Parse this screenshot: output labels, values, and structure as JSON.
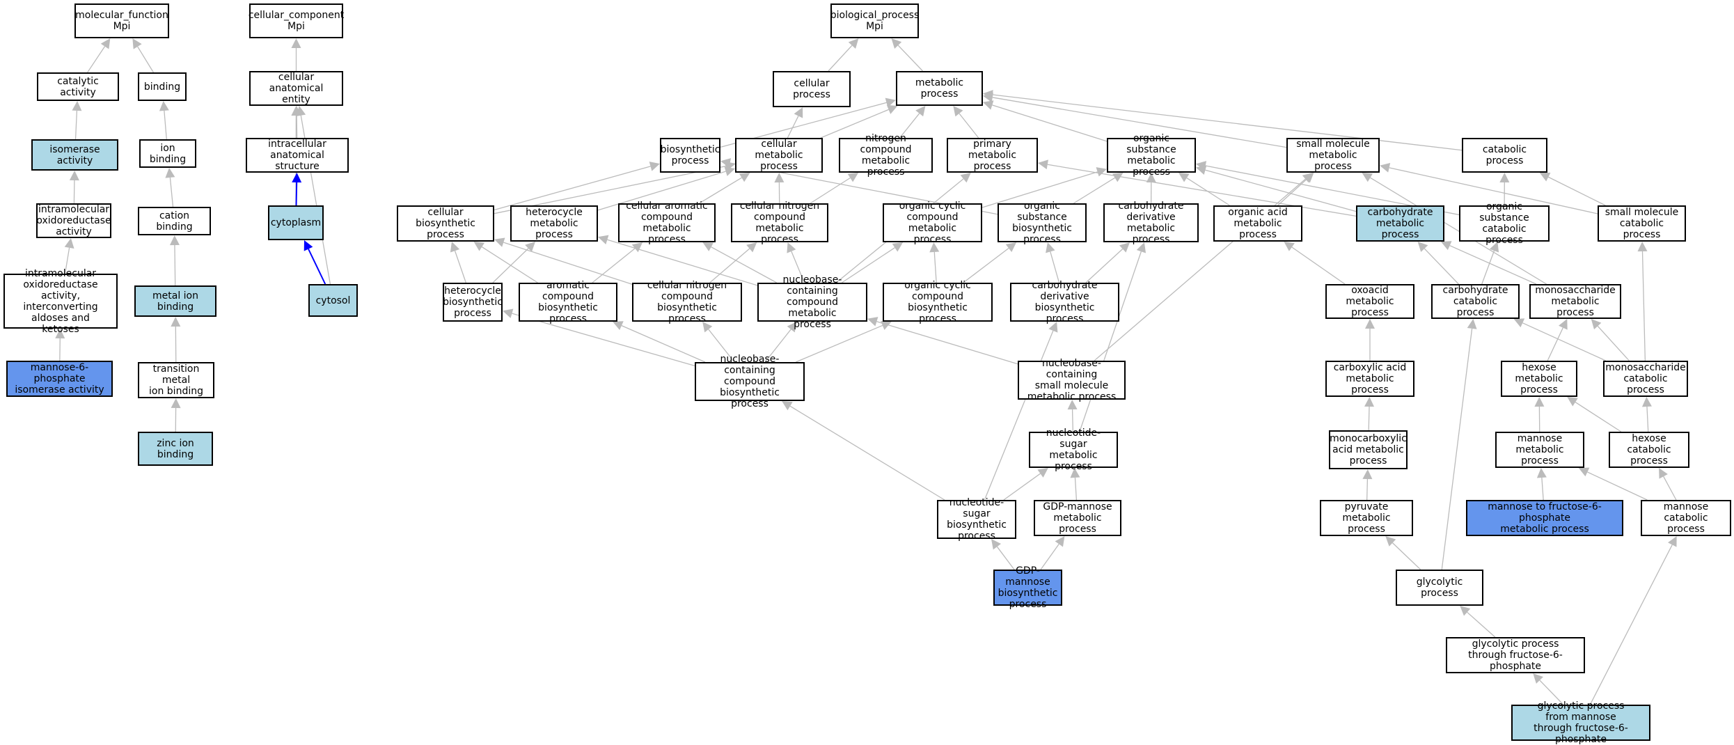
{
  "colors": {
    "edge": "#bbbbbb",
    "highlight_edge": "#0000ff",
    "light_fill": "#add8e6",
    "dark_fill": "#6495ed"
  },
  "nodes": [
    {
      "id": "mf",
      "label": "molecular_function\nMpi",
      "fill": "none"
    },
    {
      "id": "catalytic",
      "label": "catalytic activity",
      "fill": "none"
    },
    {
      "id": "binding",
      "label": "binding",
      "fill": "none"
    },
    {
      "id": "isomerase",
      "label": "isomerase activity",
      "fill": "light"
    },
    {
      "id": "ionbind",
      "label": "ion binding",
      "fill": "none"
    },
    {
      "id": "intramol",
      "label": "intramolecular\noxidoreductase\nactivity",
      "fill": "none"
    },
    {
      "id": "cationbind",
      "label": "cation binding",
      "fill": "none"
    },
    {
      "id": "intramol2",
      "label": "intramolecular\noxidoreductase\nactivity, interconverting\naldoses and\nketoses",
      "fill": "none"
    },
    {
      "id": "metalion",
      "label": "metal ion binding",
      "fill": "light"
    },
    {
      "id": "m6pi",
      "label": "mannose-6-phosphate\nisomerase activity",
      "fill": "dark"
    },
    {
      "id": "transmetal",
      "label": "transition metal\nion binding",
      "fill": "none"
    },
    {
      "id": "zinc",
      "label": "zinc ion binding",
      "fill": "light"
    },
    {
      "id": "cc",
      "label": "cellular_component\nMpi",
      "fill": "none"
    },
    {
      "id": "cae",
      "label": "cellular anatomical\nentity",
      "fill": "none"
    },
    {
      "id": "ias",
      "label": "intracellular\nanatomical structure",
      "fill": "none"
    },
    {
      "id": "cytoplasm",
      "label": "cytoplasm",
      "fill": "light"
    },
    {
      "id": "cytosol",
      "label": "cytosol",
      "fill": "light"
    },
    {
      "id": "bp",
      "label": "biological_process\nMpi",
      "fill": "none"
    },
    {
      "id": "cellproc",
      "label": "cellular process",
      "fill": "none"
    },
    {
      "id": "metab",
      "label": "metabolic process",
      "fill": "none"
    },
    {
      "id": "biosyn",
      "label": "biosynthetic\nprocess",
      "fill": "none"
    },
    {
      "id": "cellmetab",
      "label": "cellular metabolic\nprocess",
      "fill": "none"
    },
    {
      "id": "nitrogen",
      "label": "nitrogen compound\nmetabolic process",
      "fill": "none"
    },
    {
      "id": "primary",
      "label": "primary metabolic\nprocess",
      "fill": "none"
    },
    {
      "id": "orgsub",
      "label": "organic substance\nmetabolic process",
      "fill": "none"
    },
    {
      "id": "smallmol",
      "label": "small molecule\nmetabolic process",
      "fill": "none"
    },
    {
      "id": "catab",
      "label": "catabolic process",
      "fill": "none"
    },
    {
      "id": "cellbiosyn",
      "label": "cellular biosynthetic\nprocess",
      "fill": "none"
    },
    {
      "id": "heterometab",
      "label": "heterocycle\nmetabolic process",
      "fill": "none"
    },
    {
      "id": "cellarom",
      "label": "cellular aromatic\ncompound metabolic\nprocess",
      "fill": "none"
    },
    {
      "id": "cellnitro",
      "label": "cellular nitrogen\ncompound metabolic\nprocess",
      "fill": "none"
    },
    {
      "id": "orgcyclic",
      "label": "organic cyclic\ncompound metabolic\nprocess",
      "fill": "none"
    },
    {
      "id": "orgsubbiosyn",
      "label": "organic substance\nbiosynthetic\nprocess",
      "fill": "none"
    },
    {
      "id": "carbderiv",
      "label": "carbohydrate\nderivative metabolic\nprocess",
      "fill": "none"
    },
    {
      "id": "orgacid",
      "label": "organic acid\nmetabolic process",
      "fill": "none"
    },
    {
      "id": "carbmetab",
      "label": "carbohydrate\nmetabolic process",
      "fill": "light"
    },
    {
      "id": "orgsubcat",
      "label": "organic substance\ncatabolic process",
      "fill": "none"
    },
    {
      "id": "smallmolcat",
      "label": "small molecule\ncatabolic process",
      "fill": "none"
    },
    {
      "id": "heterobiosyn",
      "label": "heterocycle\nbiosynthetic\nprocess",
      "fill": "none"
    },
    {
      "id": "aromaticbiosyn",
      "label": "aromatic compound\nbiosynthetic\nprocess",
      "fill": "none"
    },
    {
      "id": "cellnitrobiosyn",
      "label": "cellular nitrogen\ncompound biosynthetic\nprocess",
      "fill": "none"
    },
    {
      "id": "nucleobasemetab",
      "label": "nucleobase-containing\ncompound metabolic\nprocess",
      "fill": "none"
    },
    {
      "id": "orgcyclicbiosyn",
      "label": "organic cyclic\ncompound biosynthetic\nprocess",
      "fill": "none"
    },
    {
      "id": "carbderivbiosyn",
      "label": "carbohydrate\nderivative biosynthetic\nprocess",
      "fill": "none"
    },
    {
      "id": "oxoacid",
      "label": "oxoacid metabolic\nprocess",
      "fill": "none"
    },
    {
      "id": "carbcat",
      "label": "carbohydrate\ncatabolic process",
      "fill": "none"
    },
    {
      "id": "monosacch",
      "label": "monosaccharide\nmetabolic process",
      "fill": "none"
    },
    {
      "id": "nucleobasebiosyn",
      "label": "nucleobase-containing\ncompound biosynthetic\nprocess",
      "fill": "none"
    },
    {
      "id": "nucleobasesmall",
      "label": "nucleobase-containing\nsmall molecule\nmetabolic process",
      "fill": "none"
    },
    {
      "id": "carboxylic",
      "label": "carboxylic acid\nmetabolic process",
      "fill": "none"
    },
    {
      "id": "hexose",
      "label": "hexose metabolic\nprocess",
      "fill": "none"
    },
    {
      "id": "monosacchcat",
      "label": "monosaccharide\ncatabolic process",
      "fill": "none"
    },
    {
      "id": "nucsugar",
      "label": "nucleotide-sugar\nmetabolic process",
      "fill": "none"
    },
    {
      "id": "monocarbox",
      "label": "monocarboxylic\nacid metabolic\nprocess",
      "fill": "none"
    },
    {
      "id": "mannosemetab",
      "label": "mannose metabolic\nprocess",
      "fill": "none"
    },
    {
      "id": "hexosecat",
      "label": "hexose catabolic\nprocess",
      "fill": "none"
    },
    {
      "id": "nucsugarbiosyn",
      "label": "nucleotide-sugar\nbiosynthetic\nprocess",
      "fill": "none"
    },
    {
      "id": "gdpmetab",
      "label": "GDP-mannose\nmetabolic process",
      "fill": "none"
    },
    {
      "id": "pyruvate",
      "label": "pyruvate metabolic\nprocess",
      "fill": "none"
    },
    {
      "id": "mannosef6p",
      "label": "mannose to fructose-6-phosphate\nmetabolic process",
      "fill": "dark"
    },
    {
      "id": "mannosecat",
      "label": "mannose catabolic\nprocess",
      "fill": "none"
    },
    {
      "id": "gdpbiosyn",
      "label": "GDP-mannose\nbiosynthetic\nprocess",
      "fill": "dark"
    },
    {
      "id": "glycolytic",
      "label": "glycolytic process",
      "fill": "none"
    },
    {
      "id": "glycf6p",
      "label": "glycolytic process\nthrough fructose-6-phosphate",
      "fill": "none"
    },
    {
      "id": "glycmannose",
      "label": "glycolytic process\nfrom mannose\nthrough fructose-6-phosphate",
      "fill": "light"
    }
  ],
  "edges": [
    [
      "catalytic",
      "mf"
    ],
    [
      "binding",
      "mf"
    ],
    [
      "isomerase",
      "catalytic"
    ],
    [
      "ionbind",
      "binding"
    ],
    [
      "intramol",
      "isomerase"
    ],
    [
      "cationbind",
      "ionbind"
    ],
    [
      "intramol2",
      "intramol"
    ],
    [
      "metalion",
      "cationbind"
    ],
    [
      "m6pi",
      "intramol2"
    ],
    [
      "transmetal",
      "metalion"
    ],
    [
      "zinc",
      "transmetal"
    ],
    [
      "cae",
      "cc"
    ],
    [
      "ias",
      "cae"
    ],
    [
      "cytoplasm",
      "cae"
    ],
    [
      "cytoplasm",
      "ias",
      true
    ],
    [
      "cytosol",
      "cytoplasm",
      true
    ],
    [
      "cytosol",
      "cae"
    ],
    [
      "cellproc",
      "bp"
    ],
    [
      "metab",
      "bp"
    ],
    [
      "biosyn",
      "metab"
    ],
    [
      "cellmetab",
      "cellproc"
    ],
    [
      "cellmetab",
      "metab"
    ],
    [
      "nitrogen",
      "metab"
    ],
    [
      "primary",
      "metab"
    ],
    [
      "orgsub",
      "metab"
    ],
    [
      "smallmol",
      "metab"
    ],
    [
      "catab",
      "metab"
    ],
    [
      "cellbiosyn",
      "biosyn"
    ],
    [
      "cellbiosyn",
      "cellmetab"
    ],
    [
      "heterometab",
      "cellmetab"
    ],
    [
      "cellarom",
      "cellmetab"
    ],
    [
      "cellnitro",
      "cellmetab"
    ],
    [
      "cellnitro",
      "nitrogen"
    ],
    [
      "orgcyclic",
      "orgsub"
    ],
    [
      "orgsubbiosyn",
      "orgsub"
    ],
    [
      "orgsubbiosyn",
      "biosyn"
    ],
    [
      "carbderiv",
      "orgsub"
    ],
    [
      "orgacid",
      "orgsub"
    ],
    [
      "orgacid",
      "smallmol"
    ],
    [
      "carbmetab",
      "orgsub"
    ],
    [
      "carbmetab",
      "primary"
    ],
    [
      "orgsubcat",
      "orgsub"
    ],
    [
      "orgsubcat",
      "catab"
    ],
    [
      "smallmolcat",
      "smallmol"
    ],
    [
      "smallmolcat",
      "catab"
    ],
    [
      "heterobiosyn",
      "heterometab"
    ],
    [
      "heterobiosyn",
      "cellbiosyn"
    ],
    [
      "aromaticbiosyn",
      "cellarom"
    ],
    [
      "aromaticbiosyn",
      "cellbiosyn"
    ],
    [
      "cellnitrobiosyn",
      "cellnitro"
    ],
    [
      "cellnitrobiosyn",
      "cellbiosyn"
    ],
    [
      "nucleobasemetab",
      "orgcyclic"
    ],
    [
      "nucleobasemetab",
      "cellnitro"
    ],
    [
      "nucleobasemetab",
      "cellarom"
    ],
    [
      "nucleobasemetab",
      "heterometab"
    ],
    [
      "nucleobasemetab",
      "primary"
    ],
    [
      "orgcyclicbiosyn",
      "orgcyclic"
    ],
    [
      "orgcyclicbiosyn",
      "orgsubbiosyn"
    ],
    [
      "carbderivbiosyn",
      "carbderiv"
    ],
    [
      "carbderivbiosyn",
      "orgsubbiosyn"
    ],
    [
      "oxoacid",
      "orgacid"
    ],
    [
      "carbcat",
      "carbmetab"
    ],
    [
      "carbcat",
      "orgsubcat"
    ],
    [
      "monosacch",
      "carbmetab"
    ],
    [
      "monosacch",
      "smallmol"
    ],
    [
      "nucleobasebiosyn",
      "nucleobasemetab"
    ],
    [
      "nucleobasebiosyn",
      "cellnitrobiosyn"
    ],
    [
      "nucleobasebiosyn",
      "aromaticbiosyn"
    ],
    [
      "nucleobasebiosyn",
      "heterobiosyn"
    ],
    [
      "nucleobasebiosyn",
      "orgcyclicbiosyn"
    ],
    [
      "nucleobasesmall",
      "nucleobasemetab"
    ],
    [
      "nucleobasesmall",
      "smallmol"
    ],
    [
      "carboxylic",
      "oxoacid"
    ],
    [
      "hexose",
      "monosacch"
    ],
    [
      "monosacchcat",
      "monosacch"
    ],
    [
      "monosacchcat",
      "carbcat"
    ],
    [
      "monosacchcat",
      "smallmolcat"
    ],
    [
      "nucsugar",
      "nucleobasesmall"
    ],
    [
      "nucsugar",
      "carbderiv"
    ],
    [
      "monocarbox",
      "carboxylic"
    ],
    [
      "mannosemetab",
      "hexose"
    ],
    [
      "hexosecat",
      "hexose"
    ],
    [
      "hexosecat",
      "monosacchcat"
    ],
    [
      "nucsugarbiosyn",
      "nucsugar"
    ],
    [
      "nucsugarbiosyn",
      "nucleobasebiosyn"
    ],
    [
      "nucsugarbiosyn",
      "carbderivbiosyn"
    ],
    [
      "gdpmetab",
      "nucsugar"
    ],
    [
      "pyruvate",
      "monocarbox"
    ],
    [
      "mannosef6p",
      "mannosemetab"
    ],
    [
      "mannosecat",
      "mannosemetab"
    ],
    [
      "mannosecat",
      "hexosecat"
    ],
    [
      "gdpbiosyn",
      "nucsugarbiosyn"
    ],
    [
      "gdpbiosyn",
      "gdpmetab"
    ],
    [
      "glycolytic",
      "pyruvate"
    ],
    [
      "glycolytic",
      "carbcat"
    ],
    [
      "glycf6p",
      "glycolytic"
    ],
    [
      "glycmannose",
      "glycf6p"
    ],
    [
      "glycmannose",
      "mannosecat"
    ]
  ]
}
